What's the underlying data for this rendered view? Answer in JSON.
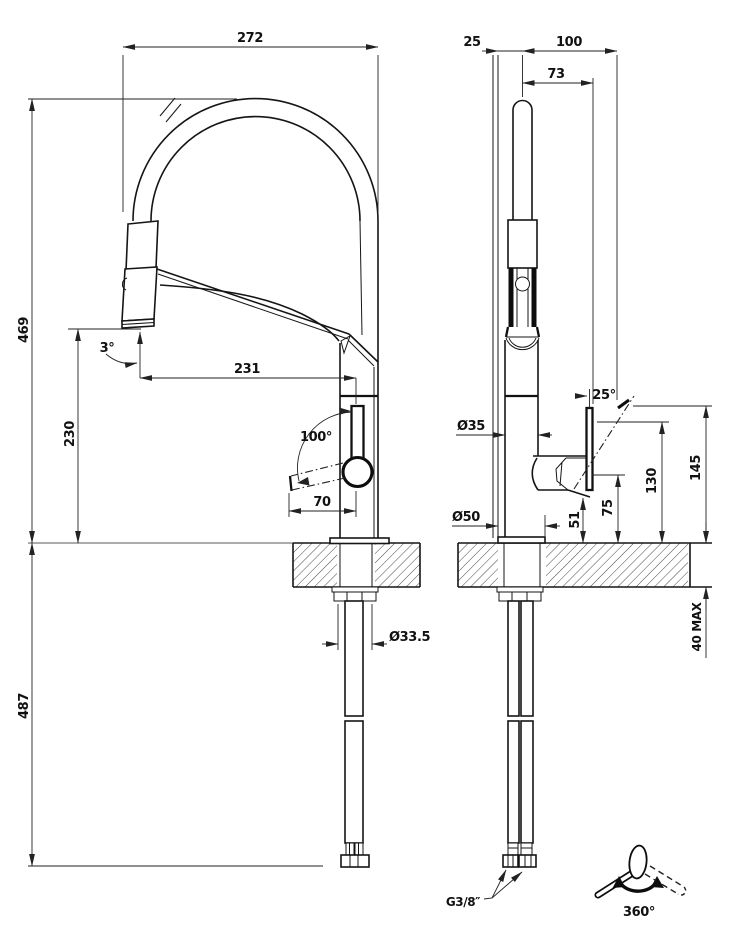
{
  "drawing": {
    "type": "faucet-technical-drawing",
    "line_color": "#151515",
    "background": "#ffffff"
  },
  "dims": {
    "w272": "272",
    "w25": "25",
    "w100": "100",
    "w73": "73",
    "h469": "469",
    "h230": "230",
    "h487": "487",
    "a3": "3°",
    "w231": "231",
    "a100": "100°",
    "w70": "70",
    "d33_5": "Ø33.5",
    "d35": "Ø35",
    "d50": "Ø50",
    "a25": "25°",
    "h51": "51",
    "h75": "75",
    "h130": "130",
    "h145": "145",
    "max40": "40 MAX",
    "thread": "G3/8″",
    "swivel": "360°"
  }
}
